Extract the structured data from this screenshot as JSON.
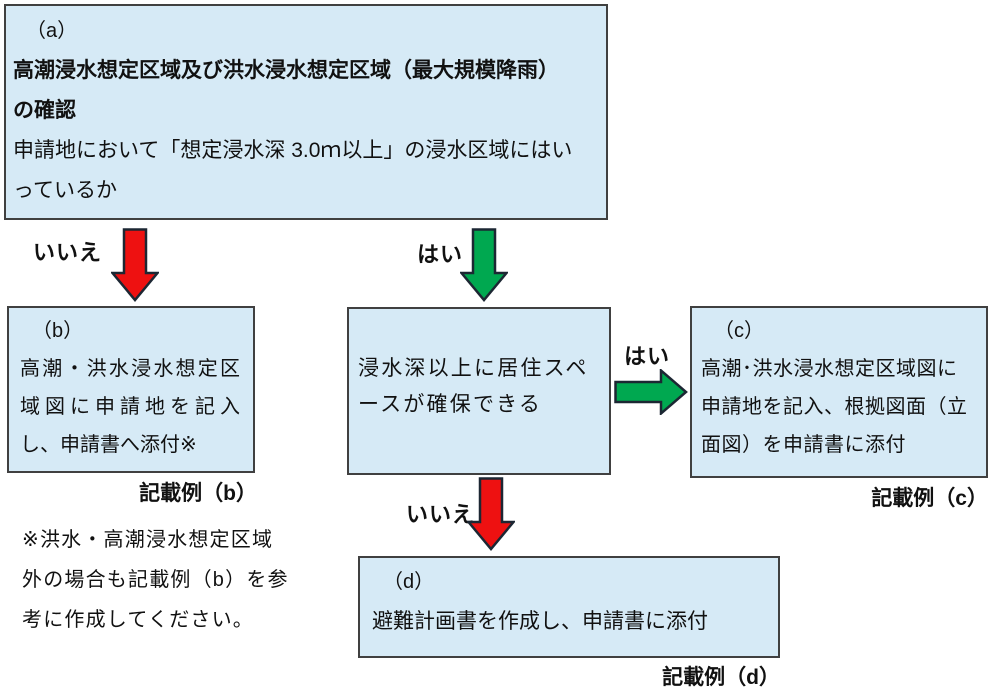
{
  "colors": {
    "box_fill": "#d6eaf6",
    "box_border": "#404040",
    "arrow_red": "#ee1111",
    "arrow_green": "#00a850",
    "arrow_outline": "#1c2733",
    "text_color": "#111111"
  },
  "flowchart": {
    "box_a": {
      "tag": "（a）",
      "bold_lines": [
        "高潮浸水想定区域及び洪水浸水想定区域（最大規模降雨）",
        "の確認"
      ],
      "body_lines": [
        "申請地において「想定浸水深 3.0ｍ以上」の浸水区域にはい",
        "っているか"
      ]
    },
    "box_b": {
      "tag": "（b）",
      "lines": [
        "高潮・洪水浸水想定区",
        "域図に申請地を記入",
        "し、申請書へ添付※"
      ],
      "caption": "記載例（b）"
    },
    "box_center": {
      "lines": [
        "浸水深以上に居住スペ",
        "ースが確保できる"
      ]
    },
    "box_c": {
      "tag": "（c）",
      "lines": [
        "高潮･洪水浸水想定区域図に",
        "申請地を記入、根拠図面（立",
        "面図）を申請書に添付"
      ],
      "caption": "記載例（c）"
    },
    "box_d": {
      "tag": "（d）",
      "lines": [
        "避難計画書を作成し、申請書に添付"
      ],
      "caption": "記載例（d）"
    },
    "labels": {
      "no_1": "いいえ",
      "yes_1": "はい",
      "yes_2": "はい",
      "no_2": "いいえ"
    },
    "note_lines": [
      "※洪水・高潮浸水想定区域",
      "外の場合も記載例（b）を参",
      "考に作成してください。"
    ]
  }
}
